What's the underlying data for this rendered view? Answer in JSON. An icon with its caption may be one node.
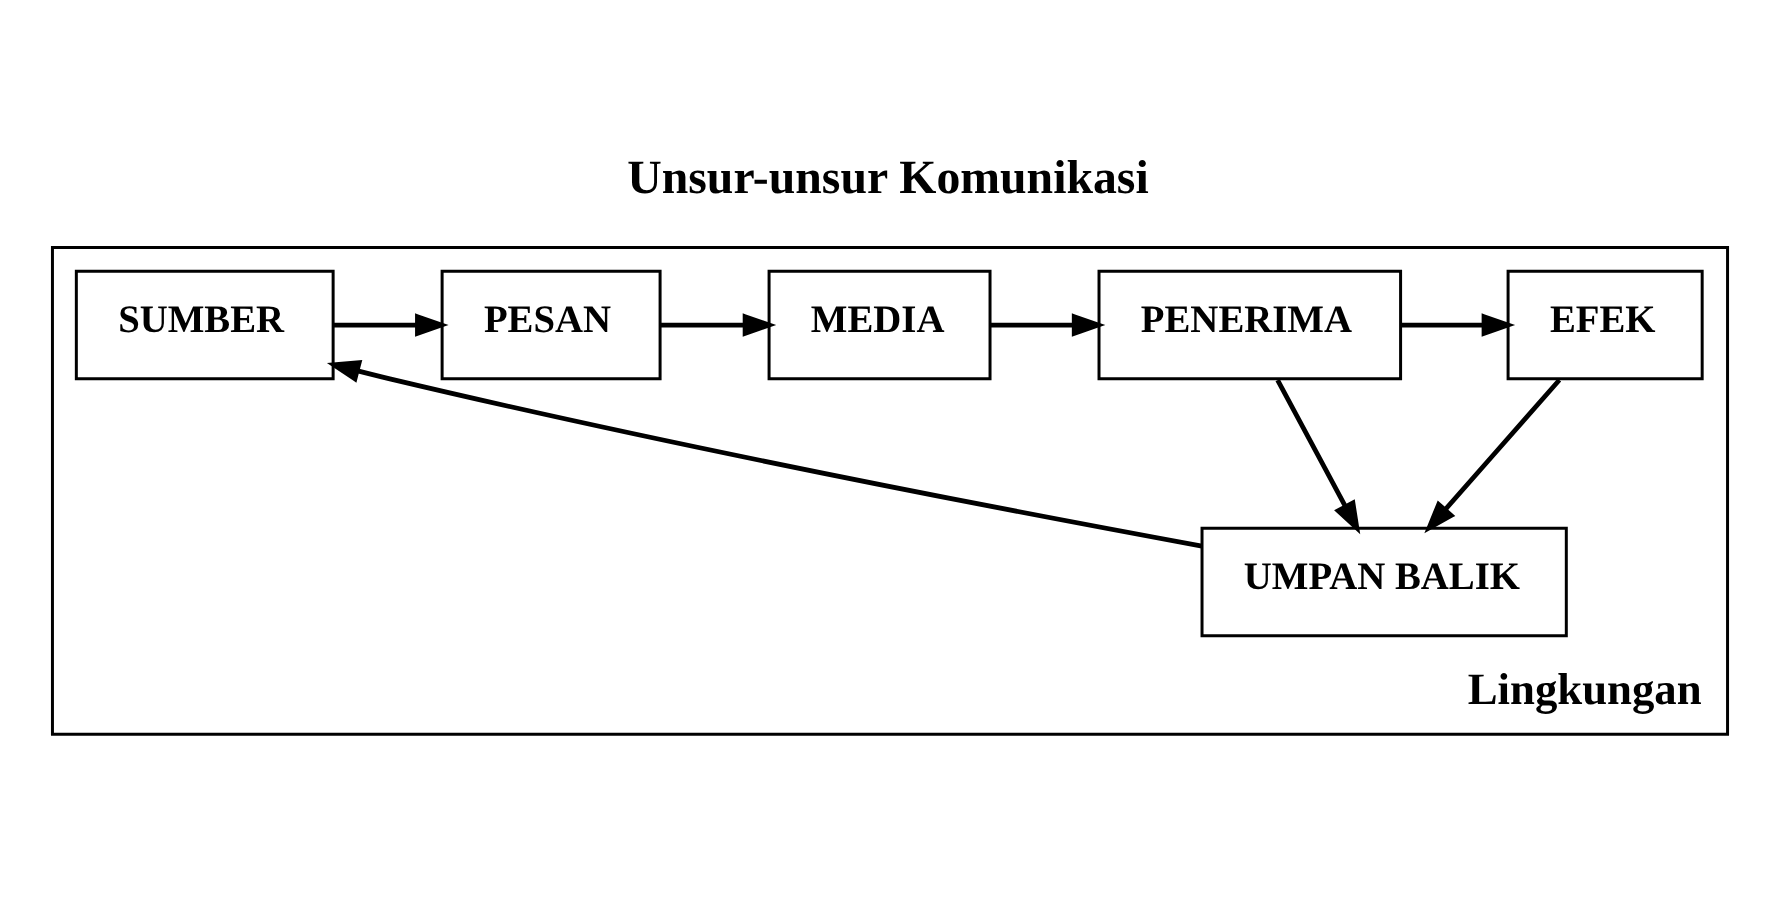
{
  "diagram": {
    "title": "Unsur-unsur Komunikasi",
    "nodes": [
      {
        "text": [
          "Lingkungan"
        ]
      },
      {
        "text": [
          "SUMBER"
        ],
        "in": 0
      },
      {
        "text": [
          "PESAN"
        ],
        "in": 0
      },
      {
        "text": [
          "MEDIA"
        ],
        "in": 0
      },
      {
        "text": [
          "PENERIMA"
        ],
        "in": 0
      },
      {
        "text": [
          "EFEK"
        ],
        "in": 0
      },
      {
        "text": [
          "UMPAN BALIK"
        ],
        "in": 0
      }
    ],
    "edges": [
      {
        "from": 1,
        "to": 2,
        "arrow": "to"
      },
      {
        "from": 2,
        "to": 3,
        "arrow": "to"
      },
      {
        "from": 3,
        "to": 4,
        "arrow": "to"
      },
      {
        "from": 4,
        "to": 5,
        "arrow": "to"
      },
      {
        "from": 4,
        "to": 6,
        "arrow": "to"
      },
      {
        "from": 5,
        "to": 6,
        "arrow": "to"
      },
      {
        "from": 6,
        "to": 1,
        "arrow": "to"
      }
    ]
  }
}
